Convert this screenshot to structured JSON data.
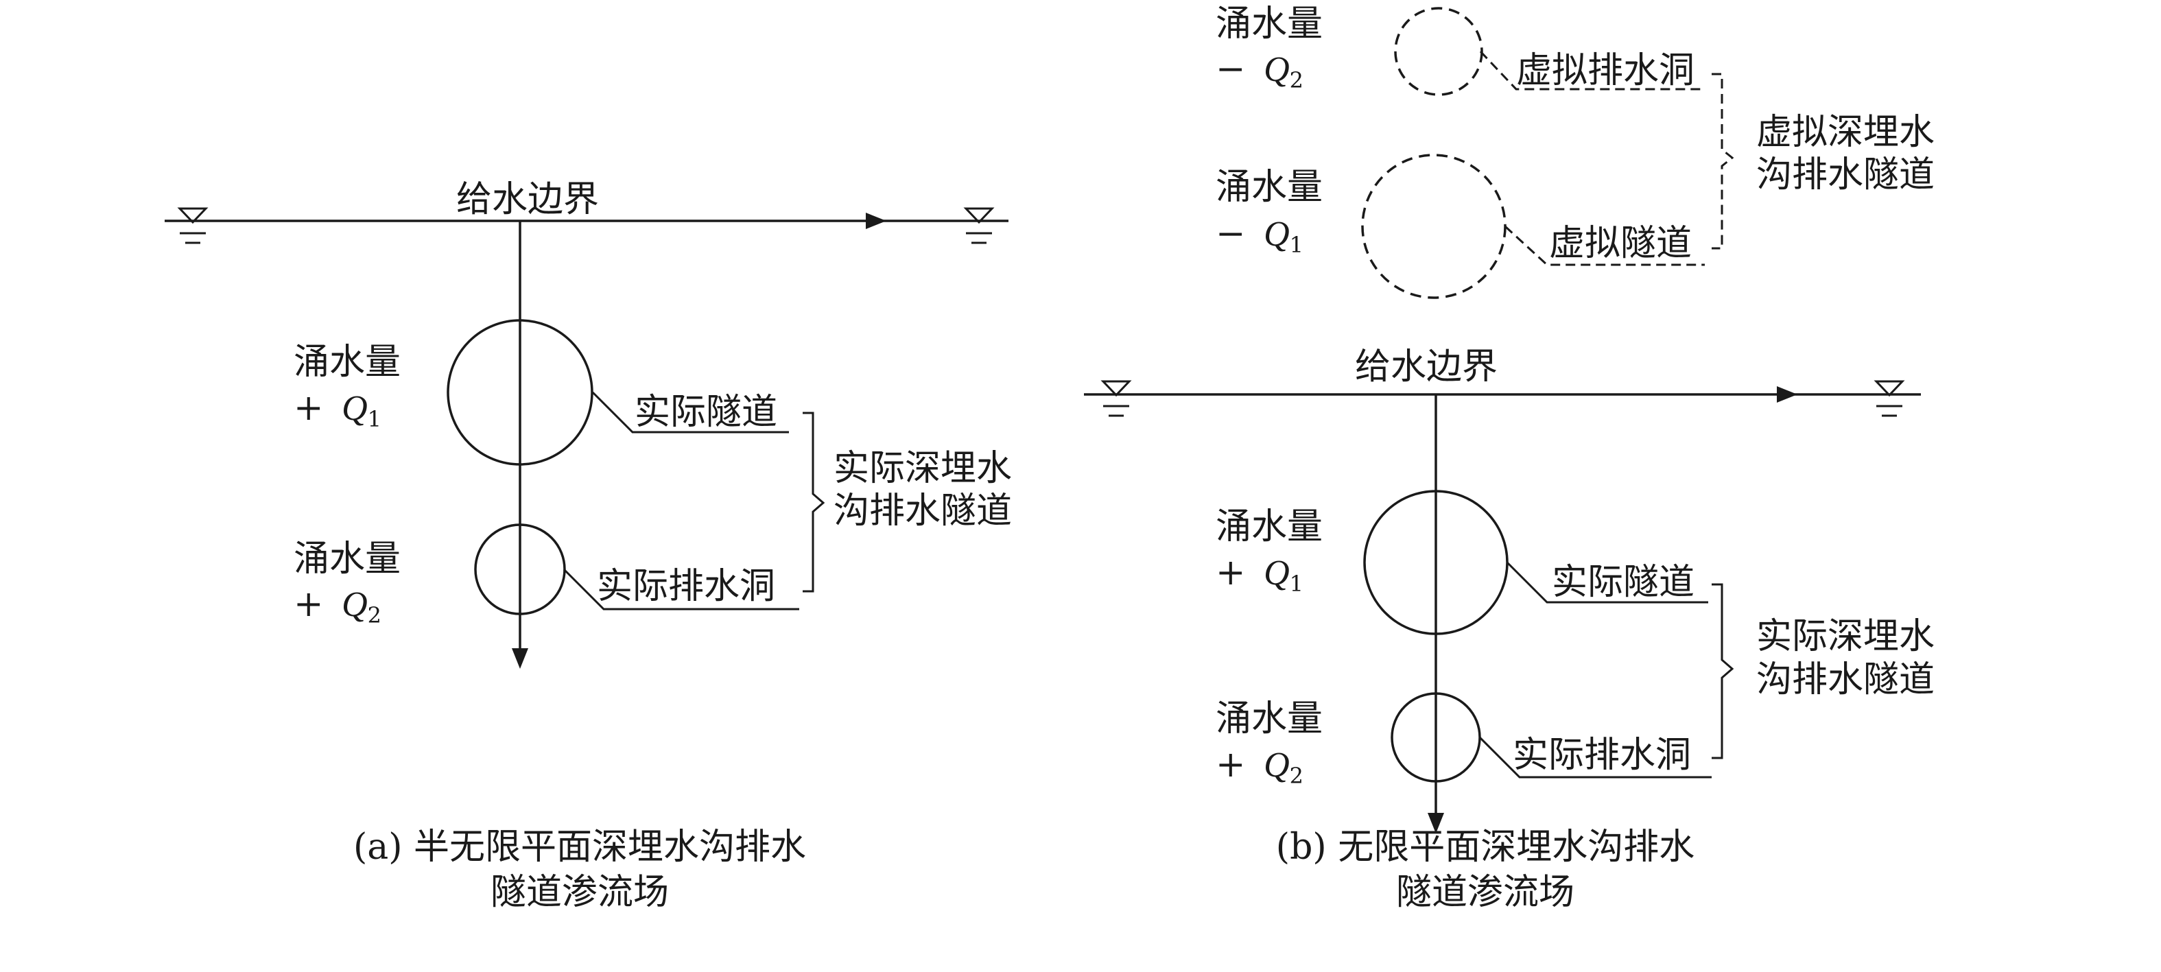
{
  "panel_a": {
    "boundary_label": "给水边界",
    "inflow_label_1": "涌水量",
    "inflow_sign_1": "+",
    "inflow_var_1": "Q",
    "inflow_sub_1": "1",
    "inflow_label_2": "涌水量",
    "inflow_sign_2": "+",
    "inflow_var_2": "Q",
    "inflow_sub_2": "2",
    "tunnel_label": "实际隧道",
    "drain_label": "实际排水洞",
    "group_label_line1": "实际深埋水",
    "group_label_line2": "沟排水隧道",
    "caption_line1": "(a) 半无限平面深埋水沟排水",
    "caption_line2": "隧道渗流场"
  },
  "panel_b": {
    "boundary_label": "给水边界",
    "virtual_inflow_label_2": "涌水量",
    "virtual_inflow_sign_2": "−",
    "virtual_inflow_var_2": "Q",
    "virtual_inflow_sub_2": "2",
    "virtual_inflow_label_1": "涌水量",
    "virtual_inflow_sign_1": "−",
    "virtual_inflow_var_1": "Q",
    "virtual_inflow_sub_1": "1",
    "virtual_drain_label": "虚拟排水洞",
    "virtual_tunnel_label": "虚拟隧道",
    "virtual_group_line1": "虚拟深埋水",
    "virtual_group_line2": "沟排水隧道",
    "inflow_label_1": "涌水量",
    "inflow_sign_1": "+",
    "inflow_var_1": "Q",
    "inflow_sub_1": "1",
    "inflow_label_2": "涌水量",
    "inflow_sign_2": "+",
    "inflow_var_2": "Q",
    "inflow_sub_2": "2",
    "tunnel_label": "实际隧道",
    "drain_label": "实际排水洞",
    "group_label_line1": "实际深埋水",
    "group_label_line2": "沟排水隧道",
    "caption_line1": "(b) 无限平面深埋水沟排水",
    "caption_line2": "隧道渗流场"
  },
  "colors": {
    "ink": "#1a1a1a",
    "background": "#ffffff"
  },
  "icons": [
    "water-level-symbol",
    "flow-arrow"
  ]
}
